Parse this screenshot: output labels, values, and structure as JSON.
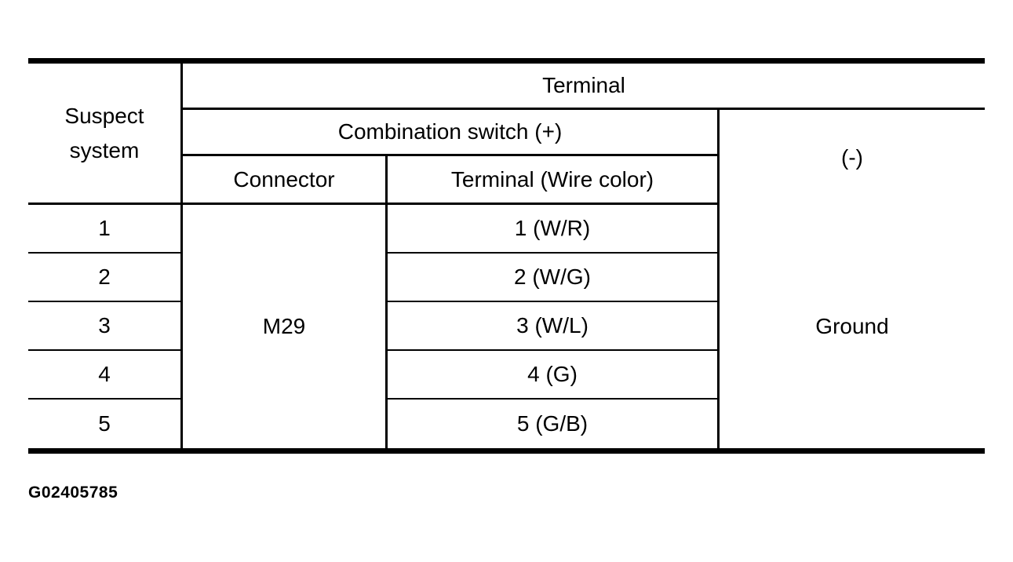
{
  "table": {
    "header": {
      "suspect_system": "Suspect\nsystem",
      "terminal": "Terminal",
      "combination_switch": "Combination switch (+)",
      "minus": "(-)",
      "connector": "Connector",
      "terminal_wire_color": "Terminal (Wire color)"
    },
    "connector_value": "M29",
    "ground_value": "Ground",
    "rows": [
      {
        "suspect": "1",
        "terminal": "1 (W/R)"
      },
      {
        "suspect": "2",
        "terminal": "2 (W/G)"
      },
      {
        "suspect": "3",
        "terminal": "3 (W/L)"
      },
      {
        "suspect": "4",
        "terminal": "4 (G)"
      },
      {
        "suspect": "5",
        "terminal": "5 (G/B)"
      }
    ]
  },
  "figure_id": "G02405785",
  "colors": {
    "background": "#ffffff",
    "text": "#000000",
    "line": "#000000"
  }
}
